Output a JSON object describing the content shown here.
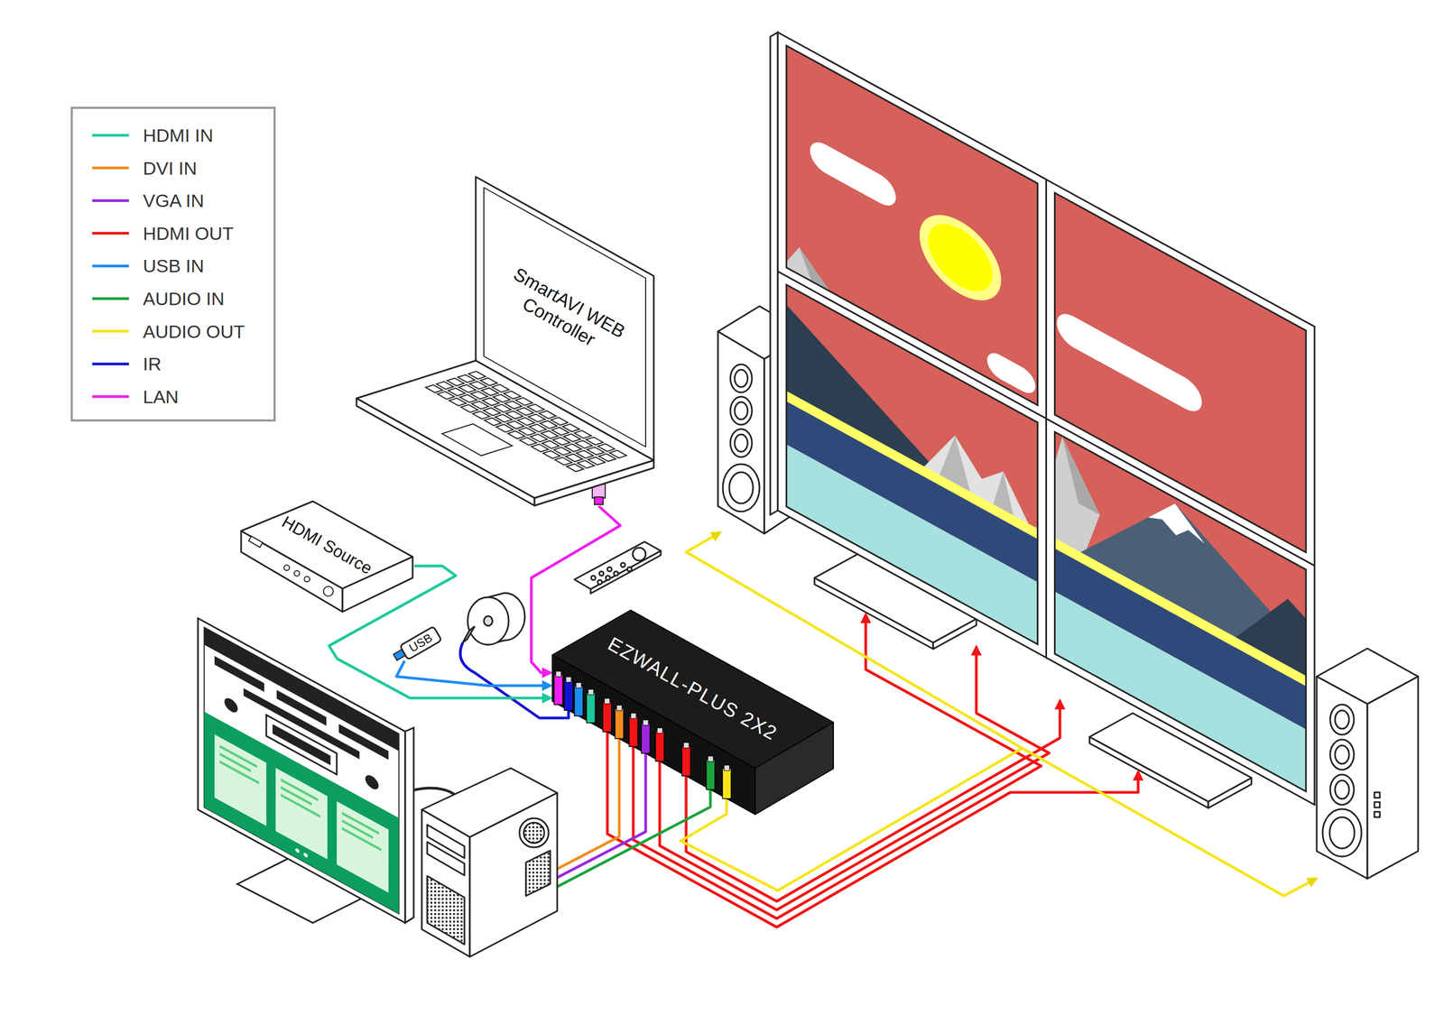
{
  "diagram": {
    "nodes": [
      {
        "text": [
          "SmartAVI WEB Controller"
        ]
      },
      {
        "text": [
          "HDMI Source"
        ]
      },
      {
        "text": [
          "USB"
        ]
      },
      {
        "text": [
          "EZWALL-PLUS 2X2"
        ]
      }
    ],
    "edges": [
      {
        "from": 1,
        "to": 3,
        "arrow": "to"
      },
      {
        "from": 0,
        "to": 3,
        "arrow": "to"
      },
      {
        "from": 2,
        "to": 3,
        "arrow": "to"
      }
    ],
    "legend": [
      {
        "text": "HDMI IN",
        "color": "#1cc99b"
      },
      {
        "text": "DVI IN",
        "color": "#f28c1c"
      },
      {
        "text": "VGA IN",
        "color": "#9a28e0"
      },
      {
        "text": "HDMI OUT",
        "color": "#f21414"
      },
      {
        "text": "USB IN",
        "color": "#1e8cf0"
      },
      {
        "text": "AUDIO IN",
        "color": "#1aa33c"
      },
      {
        "text": "AUDIO OUT",
        "color": "#f5e51b"
      },
      {
        "text": "IR",
        "color": "#1414d2"
      },
      {
        "text": "LAN",
        "color": "#f01ef0"
      }
    ]
  }
}
